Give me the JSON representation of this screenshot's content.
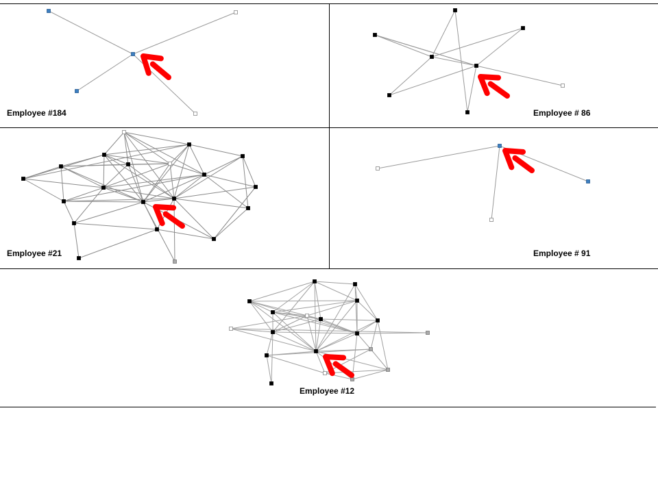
{
  "figure": {
    "edge_color": "#999999",
    "node_colors": {
      "black": "#000000",
      "blue": "#3d7fc1",
      "hollow": "#ffffff",
      "gray": "#aaaaaa"
    },
    "arrow_color": "#ff0000"
  },
  "panels": [
    {
      "id": "p184",
      "label": "Employee #184"
    },
    {
      "id": "p86",
      "label": "Employee # 86"
    },
    {
      "id": "p21",
      "label": "Employee #21"
    },
    {
      "id": "p91",
      "label": "Employee # 91"
    },
    {
      "id": "p12",
      "label": "Employee #12"
    }
  ]
}
